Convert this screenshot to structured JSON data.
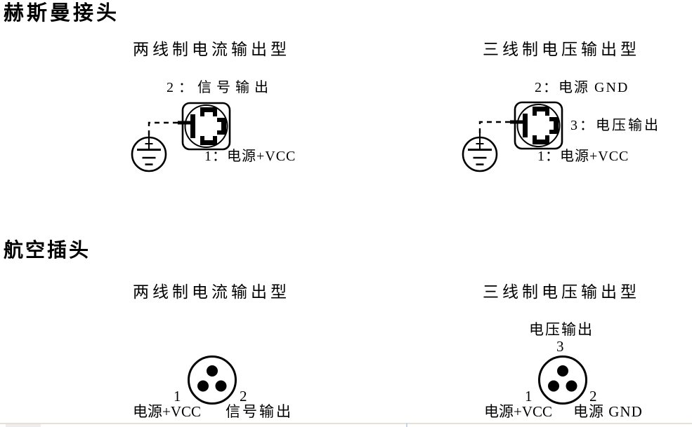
{
  "colors": {
    "ink": "#000000",
    "background": "#ffffff",
    "bottom_rule": "#e5e1d3",
    "bottom_tab": "#ededed",
    "bottom_tick": "#c9d4ea"
  },
  "sections": [
    {
      "heading": "赫斯曼接头",
      "columns": [
        {
          "subtitle": "两线制电流输出型",
          "connector": "hirschmann-din43650-with-earth",
          "pins": {
            "top": "2：信号输出",
            "bottom": "1：电源+VCC"
          }
        },
        {
          "subtitle": "三线制电压输出型",
          "connector": "hirschmann-din43650-with-earth",
          "pins": {
            "top": "2：电源 GND",
            "right": "3：电压输出",
            "bottom": "1：电源+VCC"
          }
        }
      ]
    },
    {
      "heading": "航空插头",
      "columns": [
        {
          "subtitle": "两线制电流输出型",
          "connector": "aviation-3pin",
          "pins": {
            "left_number": "1",
            "right_number": "2",
            "left": "电源+VCC",
            "right": "信号输出"
          }
        },
        {
          "subtitle": "三线制电压输出型",
          "connector": "aviation-3pin",
          "pins": {
            "top_label": "电压输出",
            "top_number": "3",
            "left_number": "1",
            "right_number": "2",
            "left": "电源+VCC",
            "right": "电源 GND"
          }
        }
      ]
    }
  ]
}
